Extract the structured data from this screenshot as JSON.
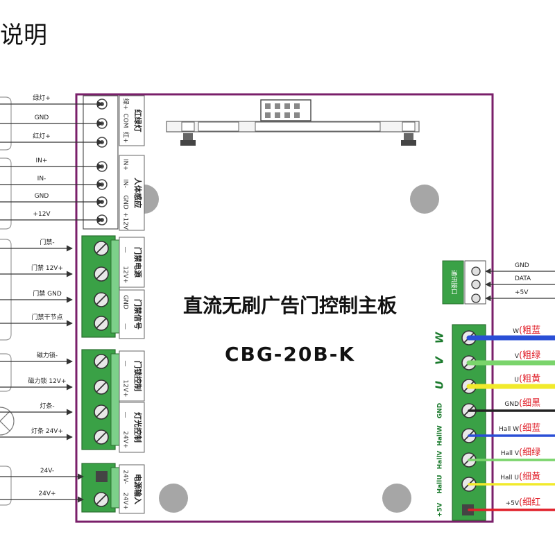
{
  "page": {
    "heading": "说明"
  },
  "board": {
    "title": "直流无刷广告门控制主板",
    "model": "CBG-20B-K",
    "border_color": "#7a1f6a",
    "terminal_green": "#3aa146"
  },
  "left_groups": [
    {
      "label": "红绿灯",
      "pins": [
        "绿+",
        "COM",
        "红+"
      ]
    },
    {
      "label": "人体感应",
      "pins": [
        "IN+",
        "IN-",
        "GND",
        "+12V"
      ]
    },
    {
      "label": "门禁电源",
      "pins": [
        "—",
        "12V+"
      ]
    },
    {
      "label": "门禁信号",
      "pins": [
        "GND",
        "—"
      ]
    },
    {
      "label": "门锁控制",
      "pins": [
        "—",
        "12V+"
      ]
    },
    {
      "label": "灯光控制",
      "pins": [
        "—",
        "24V+"
      ]
    },
    {
      "label": "电源输入",
      "pins": [
        "24V-",
        "24V+"
      ]
    }
  ],
  "left_wires": [
    "绿灯+",
    "GND",
    "红灯+",
    "IN+",
    "IN-",
    "GND",
    "+12V",
    "门禁-",
    "门禁 12V+",
    "门禁 GND",
    "门禁干节点",
    "磁力锁-",
    "磁力锁 12V+",
    "灯条-",
    "灯条 24V+",
    "24V-",
    "24V+"
  ],
  "comm": {
    "label": "通讯接口",
    "pins": [
      "GND",
      "DATA",
      "+5V"
    ],
    "wires": [
      "GND",
      "DATA",
      "+5V"
    ]
  },
  "motor": {
    "pins": [
      "W",
      "V",
      "U",
      "GND",
      "HallW",
      "HallV",
      "HallU",
      "+5V"
    ],
    "wires": [
      {
        "prefix": "W",
        "desc": "(粗蓝",
        "color": "#2a4fd6",
        "thick": true
      },
      {
        "prefix": "V",
        "desc": "(粗绿",
        "color": "#7ad46b",
        "thick": true
      },
      {
        "prefix": "U",
        "desc": "(粗黄",
        "color": "#f1ea2c",
        "thick": true
      },
      {
        "prefix": "GND",
        "desc": "(细黑",
        "color": "#222222",
        "thick": false
      },
      {
        "prefix": "Hall W",
        "desc": "(细蓝",
        "color": "#2a4fd6",
        "thick": false
      },
      {
        "prefix": "Hall V",
        "desc": "(细绿",
        "color": "#7ad46b",
        "thick": false
      },
      {
        "prefix": "Hall U",
        "desc": "(细黄",
        "color": "#f1ea2c",
        "thick": false
      },
      {
        "prefix": "+5V",
        "desc": "(细红",
        "color": "#e0202a",
        "thick": false
      }
    ],
    "desc_color": "#e0202a"
  }
}
